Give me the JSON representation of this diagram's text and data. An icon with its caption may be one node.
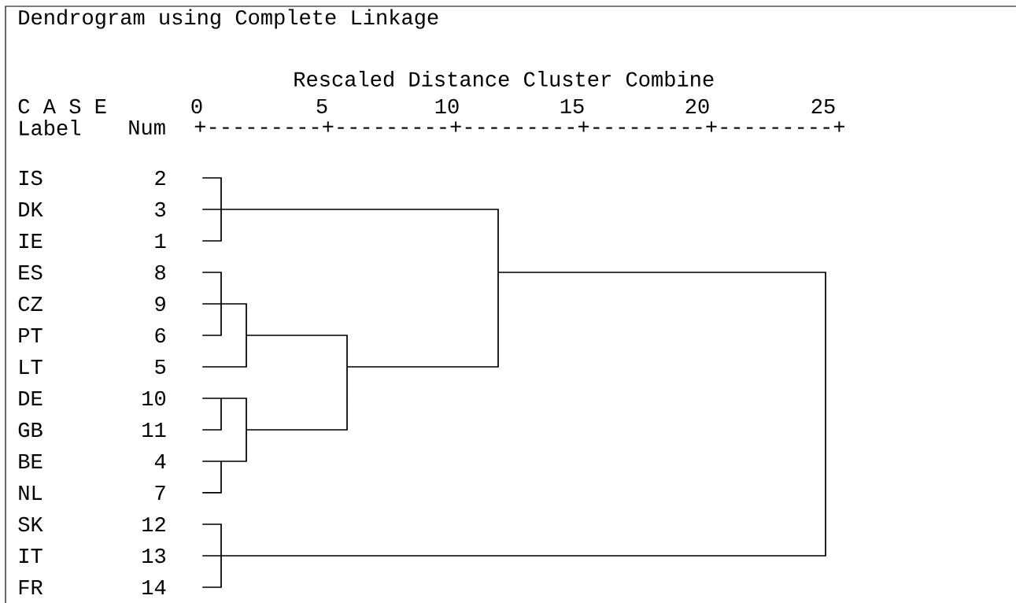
{
  "diagram": {
    "title": "Dendrogram using Complete Linkage",
    "labels": [
      "Rescaled Distance Cluster Combine",
      "C A S E",
      "0",
      "5",
      "10",
      "15",
      "20",
      "25",
      "Label",
      "Num",
      "+---------+---------+---------+---------+---------+",
      "IS",
      "2",
      "DK",
      "3",
      "IE",
      "1",
      "ES",
      "8",
      "CZ",
      "9",
      "PT",
      "6",
      "LT",
      "5",
      "DE",
      "10",
      "GB",
      "11",
      "BE",
      "4",
      "NL",
      "7",
      "SK",
      "12",
      "IT",
      "13",
      "FR",
      "14"
    ]
  }
}
